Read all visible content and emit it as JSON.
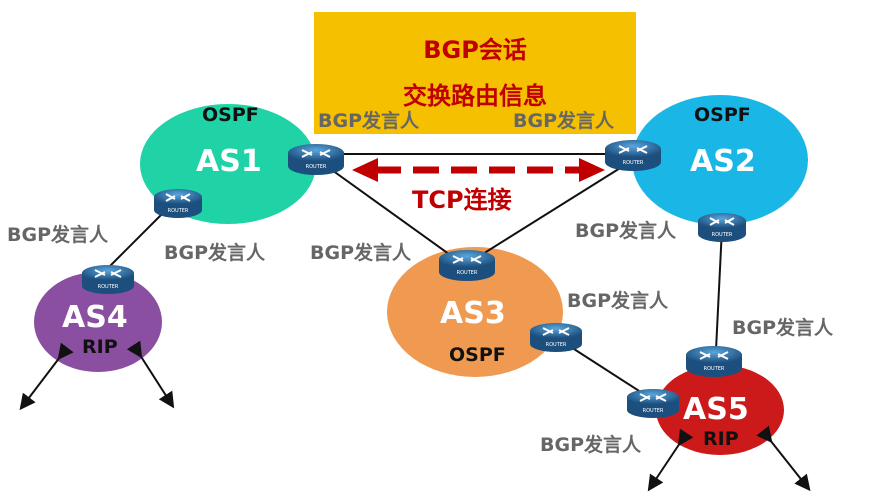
{
  "banner": {
    "line1": "BGP会话",
    "line2": "交换路由信息"
  },
  "tcp_label": "TCP连接",
  "router_caption": "ROUTER",
  "speaker_label": "BGP发言人",
  "as": {
    "as1": {
      "name": "AS1",
      "protocol": "OSPF"
    },
    "as2": {
      "name": "AS2",
      "protocol": "OSPF"
    },
    "as3": {
      "name": "AS3",
      "protocol": "OSPF"
    },
    "as4": {
      "name": "AS4",
      "protocol": "RIP"
    },
    "as5": {
      "name": "AS5",
      "protocol": "RIP"
    }
  },
  "colors": {
    "as1": "#1fd3a6",
    "as2": "#1ab7e6",
    "as3": "#ef9a50",
    "as4": "#8a4fa0",
    "as5": "#cc1a1a",
    "banner": "#f5c000",
    "banner_text": "#c00000",
    "tcp_arrow": "#c00000",
    "speaker_text": "#666666",
    "router_body": "#2f6ea3"
  }
}
